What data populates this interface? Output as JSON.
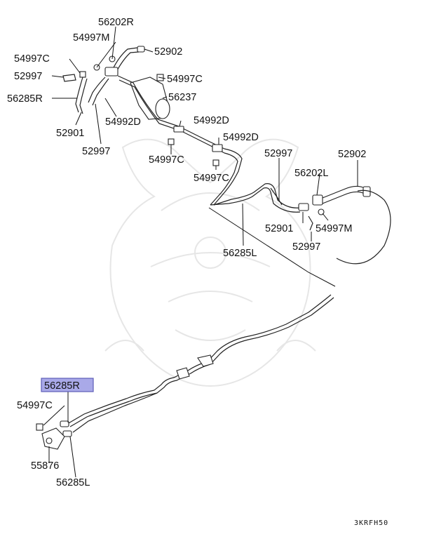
{
  "diagram": {
    "labels": {
      "p56202R": "56202R",
      "p54997M_top": "54997M",
      "p52902_top": "52902",
      "p54997C_a": "54997C",
      "p52997_a": "52997",
      "p54997C_b": "54997C",
      "p56285R_top": "56285R",
      "p56237": "56237",
      "p52901_a": "52901",
      "p54992D_a": "54992D",
      "p52997_b": "52997",
      "p54992D_b": "54992D",
      "p54992D_c": "54992D",
      "p54997C_c": "54997C",
      "p54997C_d": "54997C",
      "p52997_c": "52997",
      "p52902_right": "52902",
      "p56202L": "56202L",
      "p52901_b": "52901",
      "p54997M_right": "54997M",
      "p56285L_mid": "56285L",
      "p52997_d": "52997",
      "p56285R_highlight": "56285R",
      "p54997C_bottom": "54997C",
      "p55876": "55876",
      "p56285L_bottom": "56285L"
    },
    "diagram_code": "3KRFH50",
    "highlight_color": "#a9a9e8",
    "watermark": "samurai-helmet-logo"
  }
}
